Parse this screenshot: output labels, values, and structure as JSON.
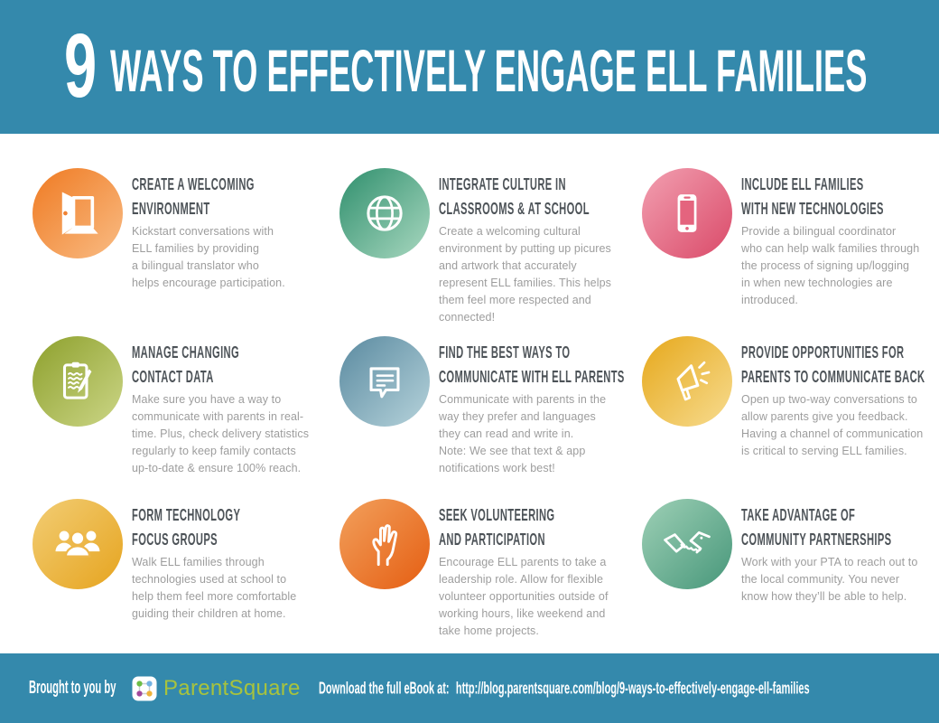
{
  "header": {
    "number": "9",
    "title": "WAYS TO EFFECTIVELY ENGAGE ELL FAMILIES"
  },
  "colors": {
    "band": "#3489ac",
    "brand_green": "#a8c33d",
    "heading_text": "#4d5358",
    "body_text": "#9d9d9d"
  },
  "items": [
    {
      "icon": "door-open-icon",
      "title": "CREATE A WELCOMING\nENVIRONMENT",
      "desc": "Kickstart conversations with\nELL families by providing\na bilingual translator who\nhelps encourage participation.",
      "grad": [
        "#ef7a22",
        "#f9bc84"
      ]
    },
    {
      "icon": "globe-icon",
      "title": "INTEGRATE CULTURE IN\nCLASSROOMS & AT SCHOOL",
      "desc": "Create a welcoming cultural\nenvironment by putting up picures\nand artwork that accurately\nrepresent ELL families. This helps\nthem feel more respected and\nconnected!",
      "grad": [
        "#2f8f6d",
        "#a9d8c0"
      ]
    },
    {
      "icon": "smartphone-icon",
      "title": "INCLUDE ELL FAMILIES\nWITH NEW TECHNOLOGIES",
      "desc": "Provide a bilingual coordinator\nwho can help walk families through\nthe process of signing up/logging\nin when new technologies are\nintroduced.",
      "grad": [
        "#f2a0b1",
        "#da4a69"
      ]
    },
    {
      "icon": "clipboard-pencil-icon",
      "title": "MANAGE CHANGING\nCONTACT DATA",
      "desc": "Make sure you have a way to\ncommunicate with parents in real-\ntime. Plus, check delivery statistics\nregularly to keep family contacts\nup-to-date & ensure 100% reach.",
      "grad": [
        "#8da02c",
        "#ccd687"
      ]
    },
    {
      "icon": "chat-bubble-icon",
      "title": "FIND THE BEST WAYS TO\nCOMMUNICATE WITH ELL PARENTS",
      "desc": "Communicate with parents in the\nway they prefer and languages\nthey can read and write in.\nNote: We see that text & app\nnotifications work best!",
      "grad": [
        "#5a8aa0",
        "#b6d3db"
      ]
    },
    {
      "icon": "megaphone-icon",
      "title": "PROVIDE OPPORTUNITIES FOR\nPARENTS TO COMMUNICATE BACK",
      "desc": "Open up two-way conversations to\nallow parents give you feedback.\nHaving a channel of communication\nis critical to serving ELL families.",
      "grad": [
        "#e6a81b",
        "#f7dc90"
      ]
    },
    {
      "icon": "people-group-icon",
      "title": "FORM TECHNOLOGY\nFOCUS GROUPS",
      "desc": "Walk ELL families through\ntechnologies used at school to\nhelp them feel more comfortable\nguiding their children at home.",
      "grad": [
        "#f2cd74",
        "#e6a41f"
      ]
    },
    {
      "icon": "raised-hand-icon",
      "title": "SEEK VOLUNTEERING\nAND PARTICIPATION",
      "desc": "Encourage ELL parents to take a\nleadership role. Allow for flexible\nvolunteer opportunities outside of\nworking hours, like weekend and\ntake home projects.",
      "grad": [
        "#f2a05c",
        "#e55e12"
      ]
    },
    {
      "icon": "handshake-icon",
      "title": "TAKE ADVANTAGE OF\nCOMMUNITY PARTNERSHIPS",
      "desc": "Work with your PTA to reach out to\nthe local community. You never\nknow how they’ll be able to help.",
      "grad": [
        "#9ed0b6",
        "#47977a"
      ]
    }
  ],
  "footer": {
    "brought_label": "Brought to you by",
    "brand": "ParentSquare",
    "download_label": "Download the full eBook at:",
    "url": "http://blog.parentsquare.com/blog/9-ways-to-effectively-engage-ell-families"
  }
}
